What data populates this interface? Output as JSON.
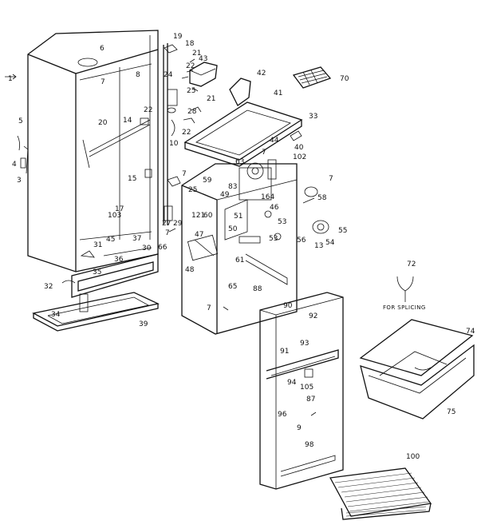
{
  "labels": {
    "l1": "1",
    "l3": "3",
    "l4": "4",
    "l5": "5",
    "l6": "6",
    "l7a": "7",
    "l7b": "7",
    "l7c": "7",
    "l7d": "7",
    "l7e": "7",
    "l7f": "7",
    "l8": "8",
    "l9": "9",
    "l10": "10",
    "l13": "13",
    "l14": "14",
    "l15": "15",
    "l17": "17",
    "l18": "18",
    "l19": "19",
    "l20": "20",
    "l21a": "21",
    "l21b": "21",
    "l22a": "22",
    "l22b": "22",
    "l22c": "22",
    "l24": "24",
    "l25a": "25",
    "l25b": "25",
    "l27": "27",
    "l28": "28",
    "l29": "29",
    "l30": "30",
    "l31": "31",
    "l32": "32",
    "l33": "33",
    "l34": "34",
    "l35": "35",
    "l36": "36",
    "l37": "37",
    "l39": "39",
    "l40": "40",
    "l41": "41",
    "l42": "42",
    "l43": "43",
    "l44": "44",
    "l45": "45",
    "l46": "46",
    "l47": "47",
    "l48": "48",
    "l49": "49",
    "l50": "50",
    "l51": "51",
    "l53": "53",
    "l54": "54",
    "l55": "55",
    "l56": "56",
    "l58": "58",
    "l59": "59",
    "l60": "60",
    "l61": "61",
    "l63": "63",
    "l65": "65",
    "l66": "66",
    "l70": "70",
    "l72": "72",
    "l74": "74",
    "l75": "75",
    "l83": "83",
    "l87": "87",
    "l88": "88",
    "l90": "90",
    "l91": "91",
    "l92": "92",
    "l93": "93",
    "l94": "94",
    "l96": "96",
    "l98": "98",
    "l100": "100",
    "l102": "102",
    "l103": "103",
    "l105": "105",
    "l121": "121",
    "l164": "164",
    "l53b": "53"
  },
  "note": "FOR SPLICING"
}
